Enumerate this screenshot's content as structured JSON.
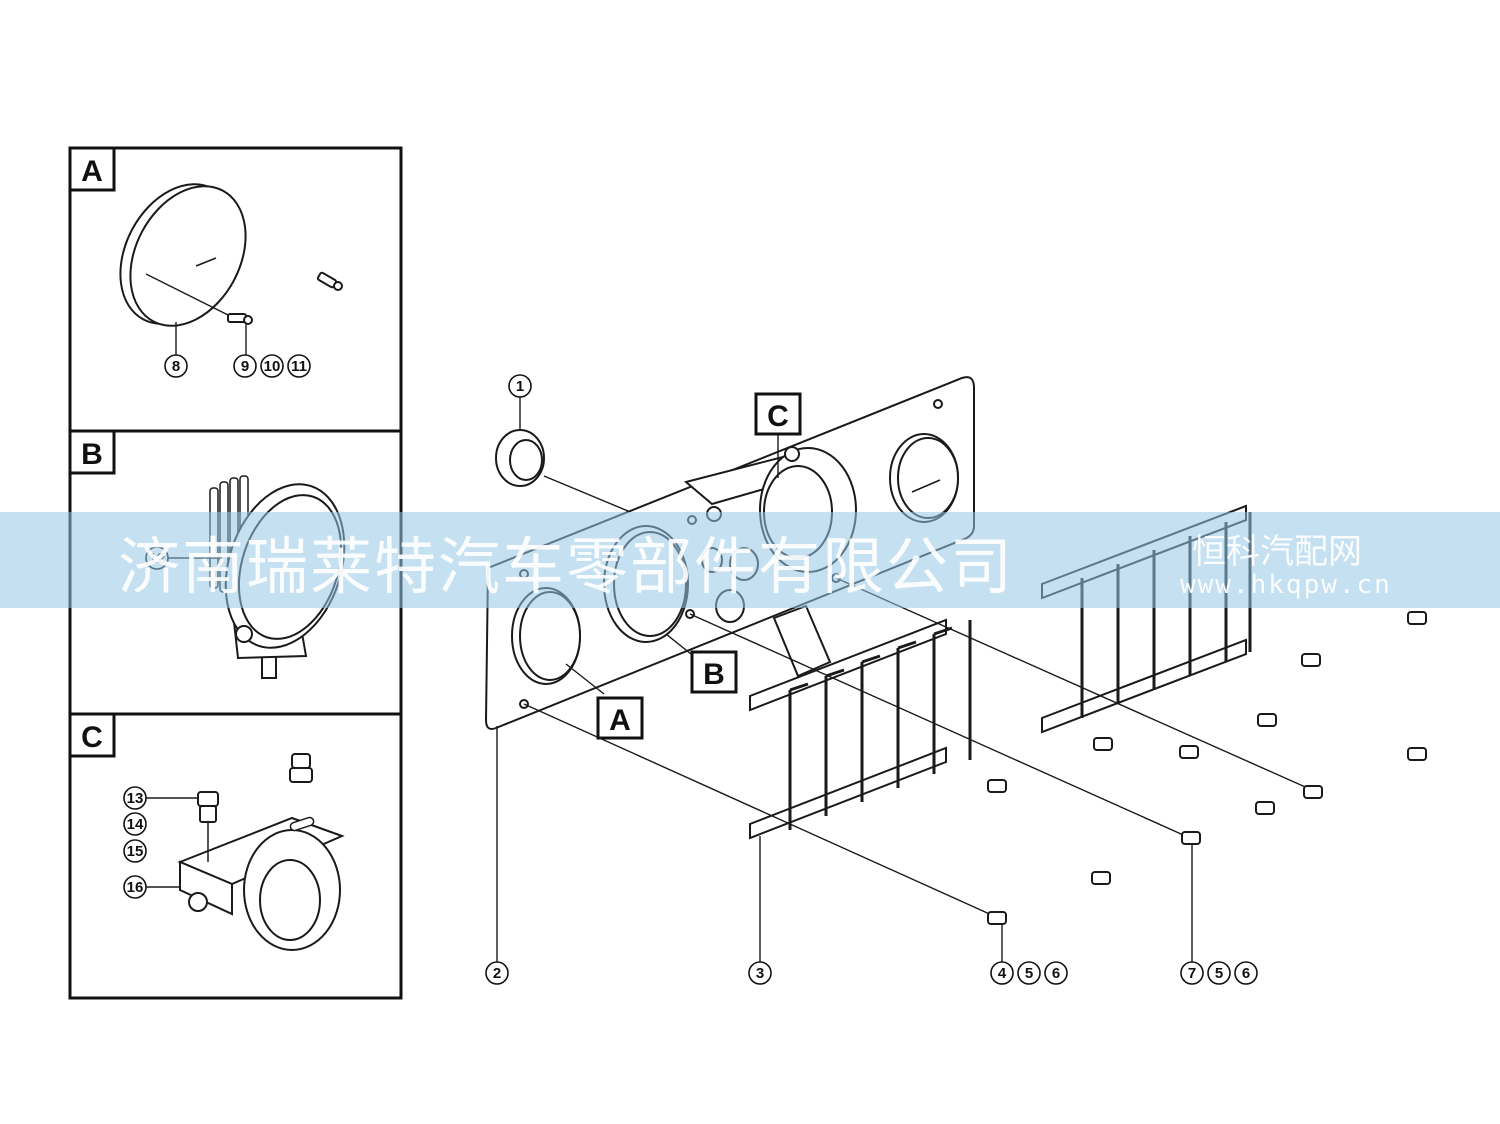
{
  "details": [
    {
      "label": "A",
      "callouts": [
        "8",
        "9",
        "10",
        "11"
      ]
    },
    {
      "label": "B",
      "callouts": [
        "12"
      ]
    },
    {
      "label": "C",
      "callouts": [
        "13",
        "14",
        "15",
        "16"
      ]
    }
  ],
  "main": {
    "view_labels": {
      "a": "A",
      "b": "B",
      "c": "C"
    },
    "callouts": {
      "c1": "1",
      "c2": "2",
      "c3": "3",
      "c4": "4",
      "c5a": "5",
      "c6a": "6",
      "c7": "7",
      "c5b": "5",
      "c6b": "6"
    }
  },
  "watermark": {
    "company": "济南瑞莱特汽车零部件有限公司",
    "site_name": "恒科汽配网",
    "site_url": "www.hkqpw.cn"
  }
}
